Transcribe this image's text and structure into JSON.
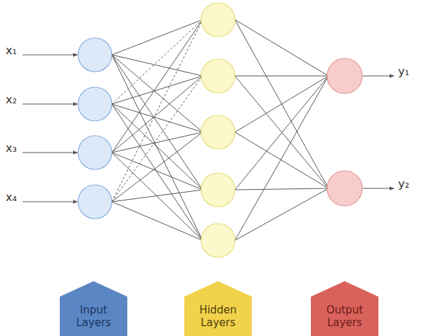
{
  "diagram": {
    "nodes": [
      {
        "text": [
          "Input Layers"
        ]
      },
      {
        "text": [
          "Hidden Layers"
        ]
      },
      {
        "text": [
          "Output Layers"
        ]
      }
    ],
    "labels": [
      "x₁",
      "x₂",
      "x₃",
      "x₄",
      "y₁",
      "y₂"
    ]
  }
}
